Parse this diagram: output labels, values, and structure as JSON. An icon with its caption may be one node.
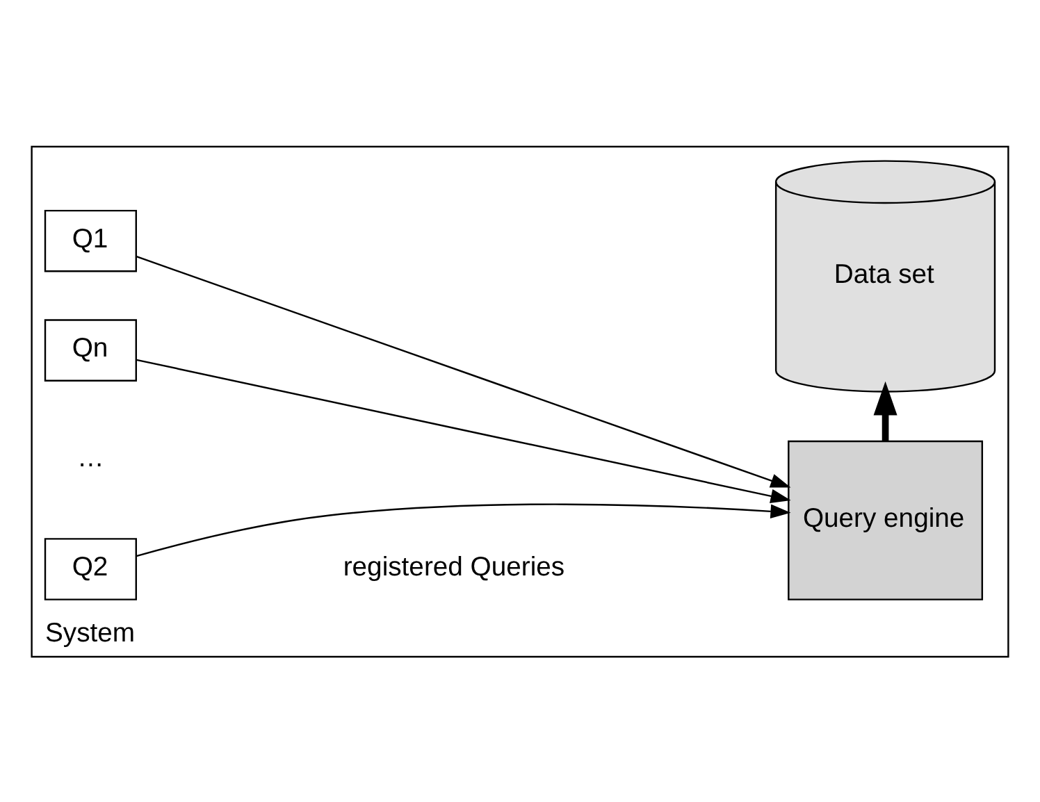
{
  "diagram": {
    "nodes": [
      {
        "text": [
          "System"
        ]
      },
      {
        "text": [
          "Q1"
        ],
        "in": 0
      },
      {
        "text": [
          "Q2"
        ],
        "in": 0
      },
      {
        "text": [
          "Qn"
        ],
        "in": 0
      },
      {
        "text": [
          "Query engine"
        ],
        "in": 0
      },
      {
        "text": [
          "Data set"
        ],
        "in": 0
      }
    ],
    "edges": [
      {
        "from": 1,
        "to": 4,
        "arrow": "to"
      },
      {
        "from": 2,
        "to": 4,
        "arrow": "to"
      },
      {
        "from": 3,
        "to": 4,
        "arrow": "to"
      },
      {
        "from": 4,
        "to": 5,
        "arrow": "to",
        "style": "thick"
      }
    ],
    "labels": [
      "registered Queries",
      "…"
    ]
  }
}
